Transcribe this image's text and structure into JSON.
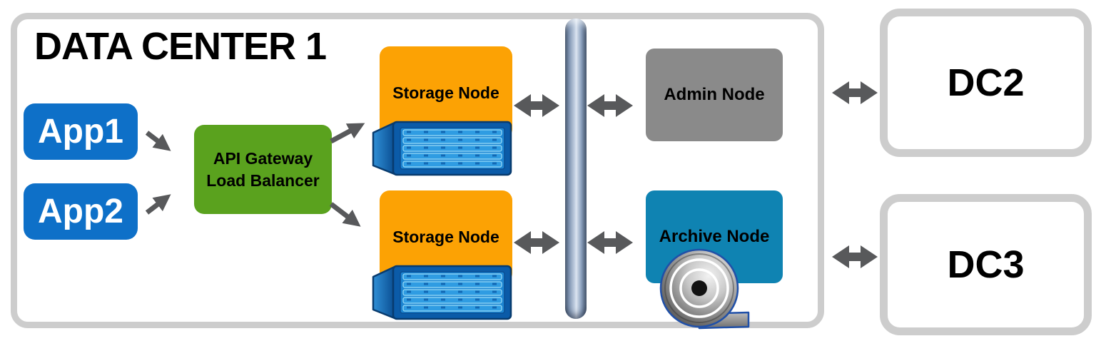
{
  "diagram": {
    "title": "DATA CENTER 1",
    "apps": [
      {
        "label": "App1"
      },
      {
        "label": "App2"
      }
    ],
    "gateway": {
      "line1": "API Gateway",
      "line2": "Load Balancer"
    },
    "storage_nodes": [
      {
        "label": "Storage Node"
      },
      {
        "label": "Storage Node"
      }
    ],
    "admin_node": {
      "label": "Admin Node"
    },
    "archive_node": {
      "label": "Archive Node"
    },
    "remote_datacenters": [
      {
        "label": "DC2"
      },
      {
        "label": "DC3"
      }
    ],
    "icons": {
      "storage": "server-disk-array-icon",
      "archive": "tape-reel-icon",
      "bus": "vertical-bus-bar",
      "flow": "arrow-icon",
      "sync": "double-headed-arrow-icon"
    },
    "connections": [
      {
        "from": "App1",
        "to": "API Gateway Load Balancer",
        "type": "one-way"
      },
      {
        "from": "App2",
        "to": "API Gateway Load Balancer",
        "type": "one-way"
      },
      {
        "from": "API Gateway Load Balancer",
        "to": "Storage Node (top)",
        "type": "one-way"
      },
      {
        "from": "API Gateway Load Balancer",
        "to": "Storage Node (bottom)",
        "type": "one-way"
      },
      {
        "from": "Storage Node (top)",
        "to": "bus",
        "type": "bidirectional"
      },
      {
        "from": "bus",
        "to": "Admin Node",
        "type": "bidirectional"
      },
      {
        "from": "Storage Node (bottom)",
        "to": "bus",
        "type": "bidirectional"
      },
      {
        "from": "bus",
        "to": "Archive Node",
        "type": "bidirectional"
      },
      {
        "from": "DATA CENTER 1",
        "to": "DC2",
        "type": "bidirectional"
      },
      {
        "from": "DATA CENTER 1",
        "to": "DC3",
        "type": "bidirectional"
      }
    ],
    "colors": {
      "app_blue": "#0E70C8",
      "gateway_green": "#5AA21E",
      "storage_orange": "#FCA204",
      "admin_gray": "#8A8A8A",
      "archive_teal": "#0F83B2",
      "arrow_gray": "#58595B",
      "frame_gray": "#CDCDCD"
    }
  }
}
